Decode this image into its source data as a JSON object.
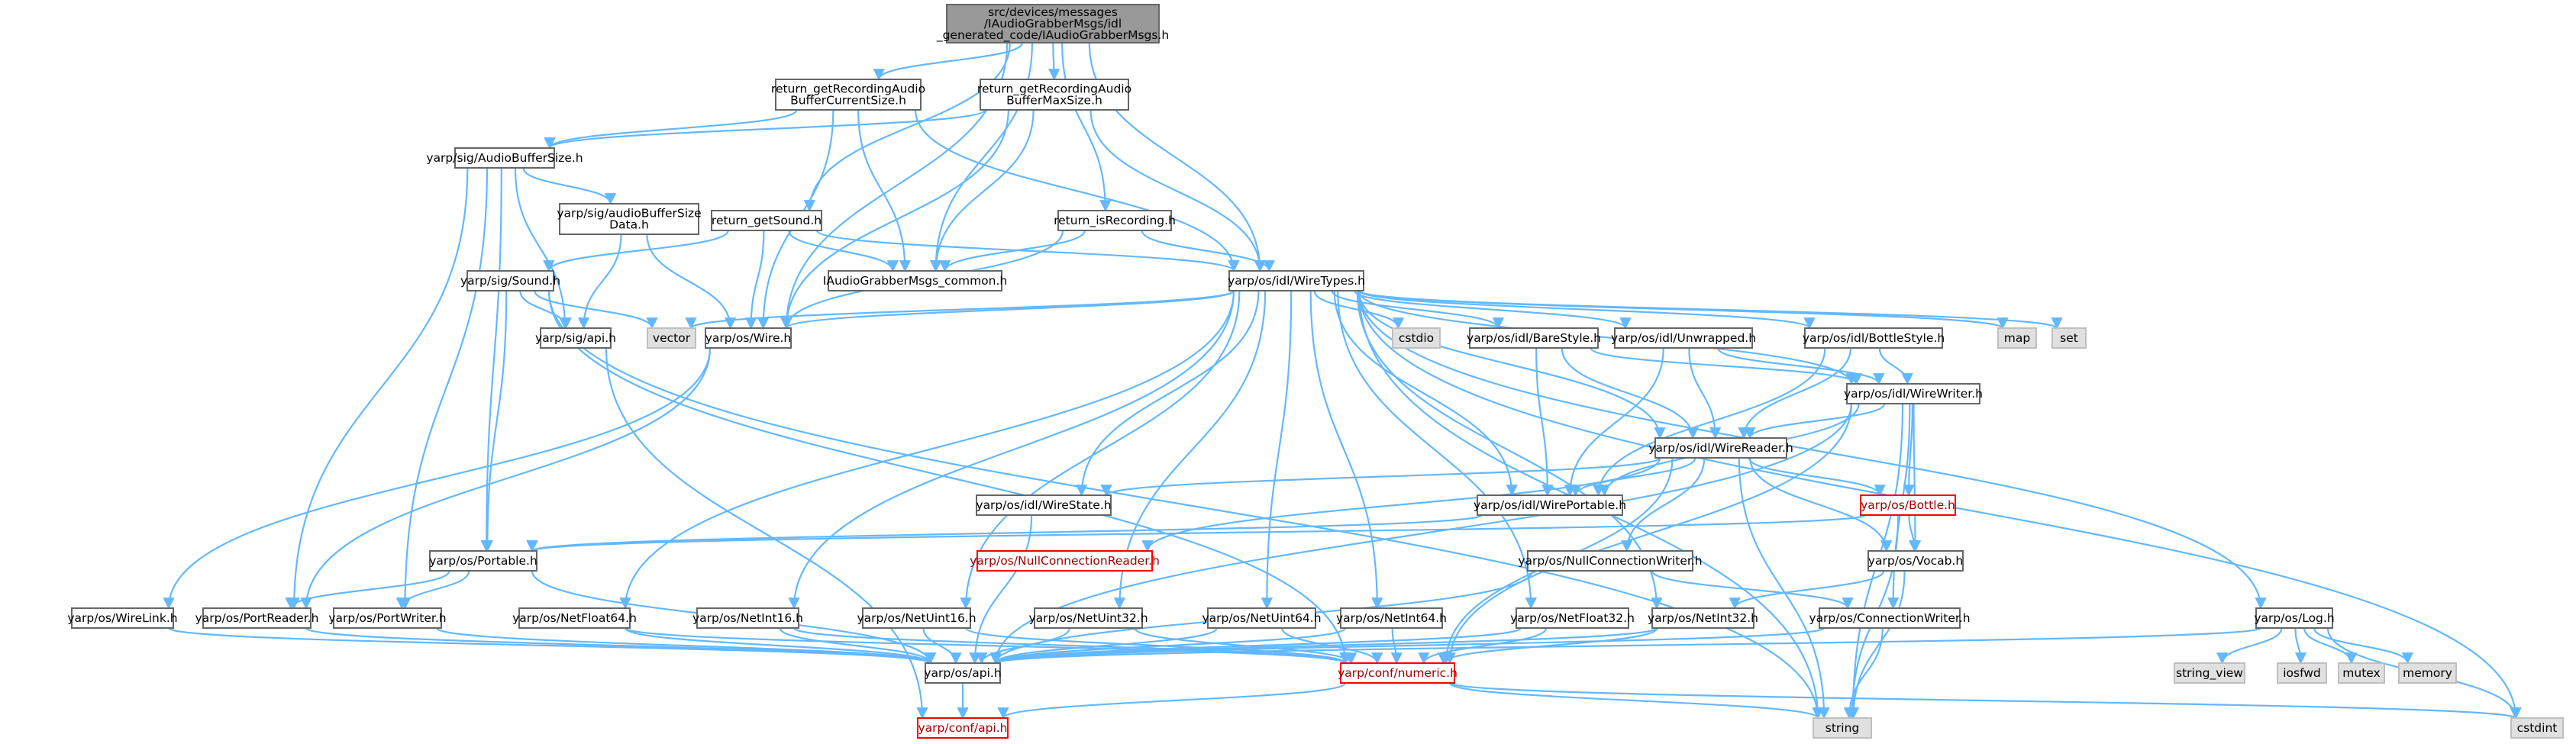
{
  "theme": {
    "edge_color": "#63b8ff",
    "node_border": "#666666",
    "node_fill": "#ffffff",
    "root_fill": "#999999",
    "system_fill": "#e0e0e0",
    "system_border": "#bfbfbf",
    "truncated_border": "#ff0000",
    "truncated_text": "#a00000",
    "text_color": "#000000"
  },
  "nodes": [
    {
      "id": "root",
      "style": "root",
      "lines": [
        "src/devices/messages",
        "/IAudioGrabberMsgs/idl",
        "_generated_code/IAudioGrabberMsgs.h"
      ]
    },
    {
      "id": "rgrbcs",
      "style": "normal",
      "lines": [
        "return_getRecordingAudio",
        "BufferCurrentSize.h"
      ]
    },
    {
      "id": "rgrbms",
      "style": "normal",
      "lines": [
        "return_getRecordingAudio",
        "BufferMaxSize.h"
      ]
    },
    {
      "id": "abs",
      "style": "normal",
      "lines": [
        "yarp/sig/AudioBufferSize.h"
      ]
    },
    {
      "id": "absd",
      "style": "normal",
      "lines": [
        "yarp/sig/audioBufferSize",
        "Data.h"
      ]
    },
    {
      "id": "rgs",
      "style": "normal",
      "lines": [
        "return_getSound.h"
      ]
    },
    {
      "id": "rir",
      "style": "normal",
      "lines": [
        "return_isRecording.h"
      ]
    },
    {
      "id": "common",
      "style": "normal",
      "lines": [
        "IAudioGrabberMsgs_common.h"
      ]
    },
    {
      "id": "wiretypes",
      "style": "normal",
      "lines": [
        "yarp/os/idl/WireTypes.h"
      ]
    },
    {
      "id": "sound",
      "style": "normal",
      "lines": [
        "yarp/sig/Sound.h"
      ]
    },
    {
      "id": "sigapi",
      "style": "normal",
      "lines": [
        "yarp/sig/api.h"
      ]
    },
    {
      "id": "vector",
      "style": "system",
      "lines": [
        "vector"
      ]
    },
    {
      "id": "wire",
      "style": "normal",
      "lines": [
        "yarp/os/Wire.h"
      ]
    },
    {
      "id": "cstdio",
      "style": "system",
      "lines": [
        "cstdio"
      ]
    },
    {
      "id": "barestyle",
      "style": "normal",
      "lines": [
        "yarp/os/idl/BareStyle.h"
      ]
    },
    {
      "id": "unwrapped",
      "style": "normal",
      "lines": [
        "yarp/os/idl/Unwrapped.h"
      ]
    },
    {
      "id": "bottlestyle",
      "style": "normal",
      "lines": [
        "yarp/os/idl/BottleStyle.h"
      ]
    },
    {
      "id": "map",
      "style": "system",
      "lines": [
        "map"
      ]
    },
    {
      "id": "set",
      "style": "system",
      "lines": [
        "set"
      ]
    },
    {
      "id": "wirewriter",
      "style": "normal",
      "lines": [
        "yarp/os/idl/WireWriter.h"
      ]
    },
    {
      "id": "wirereader",
      "style": "normal",
      "lines": [
        "yarp/os/idl/WireReader.h"
      ]
    },
    {
      "id": "wirestate",
      "style": "normal",
      "lines": [
        "yarp/os/idl/WireState.h"
      ]
    },
    {
      "id": "wireportable",
      "style": "normal",
      "lines": [
        "yarp/os/idl/WirePortable.h"
      ]
    },
    {
      "id": "bottle",
      "style": "truncated",
      "lines": [
        "yarp/os/Bottle.h"
      ]
    },
    {
      "id": "portable",
      "style": "normal",
      "lines": [
        "yarp/os/Portable.h"
      ]
    },
    {
      "id": "nullreader",
      "style": "truncated",
      "lines": [
        "yarp/os/NullConnectionReader.h"
      ]
    },
    {
      "id": "nullwriter",
      "style": "normal",
      "lines": [
        "yarp/os/NullConnectionWriter.h"
      ]
    },
    {
      "id": "vocab",
      "style": "normal",
      "lines": [
        "yarp/os/Vocab.h"
      ]
    },
    {
      "id": "wirelink",
      "style": "normal",
      "lines": [
        "yarp/os/WireLink.h"
      ]
    },
    {
      "id": "portreader",
      "style": "normal",
      "lines": [
        "yarp/os/PortReader.h"
      ]
    },
    {
      "id": "portwriter",
      "style": "normal",
      "lines": [
        "yarp/os/PortWriter.h"
      ]
    },
    {
      "id": "netfloat64",
      "style": "normal",
      "lines": [
        "yarp/os/NetFloat64.h"
      ]
    },
    {
      "id": "netint16",
      "style": "normal",
      "lines": [
        "yarp/os/NetInt16.h"
      ]
    },
    {
      "id": "netuint16",
      "style": "normal",
      "lines": [
        "yarp/os/NetUint16.h"
      ]
    },
    {
      "id": "netuint32",
      "style": "normal",
      "lines": [
        "yarp/os/NetUint32.h"
      ]
    },
    {
      "id": "netuint64",
      "style": "normal",
      "lines": [
        "yarp/os/NetUint64.h"
      ]
    },
    {
      "id": "netint64",
      "style": "normal",
      "lines": [
        "yarp/os/NetInt64.h"
      ]
    },
    {
      "id": "netfloat32",
      "style": "normal",
      "lines": [
        "yarp/os/NetFloat32.h"
      ]
    },
    {
      "id": "netint32",
      "style": "normal",
      "lines": [
        "yarp/os/NetInt32.h"
      ]
    },
    {
      "id": "connwriter",
      "style": "normal",
      "lines": [
        "yarp/os/ConnectionWriter.h"
      ]
    },
    {
      "id": "log",
      "style": "normal",
      "lines": [
        "yarp/os/Log.h"
      ]
    },
    {
      "id": "osapi",
      "style": "normal",
      "lines": [
        "yarp/os/api.h"
      ]
    },
    {
      "id": "numeric",
      "style": "truncated",
      "lines": [
        "yarp/conf/numeric.h"
      ]
    },
    {
      "id": "confapi",
      "style": "truncated",
      "lines": [
        "yarp/conf/api.h"
      ]
    },
    {
      "id": "string",
      "style": "system",
      "lines": [
        "string"
      ]
    },
    {
      "id": "cstdint",
      "style": "system",
      "lines": [
        "cstdint"
      ]
    },
    {
      "id": "stringview",
      "style": "system",
      "lines": [
        "string_view"
      ]
    },
    {
      "id": "iosfwd",
      "style": "system",
      "lines": [
        "iosfwd"
      ]
    },
    {
      "id": "mutex",
      "style": "system",
      "lines": [
        "mutex"
      ]
    },
    {
      "id": "memory",
      "style": "system",
      "lines": [
        "memory"
      ]
    }
  ],
  "edges": [
    [
      "root",
      "rgrbcs"
    ],
    [
      "root",
      "rgrbms"
    ],
    [
      "root",
      "rgs"
    ],
    [
      "root",
      "rir"
    ],
    [
      "root",
      "common"
    ],
    [
      "root",
      "wiretypes"
    ],
    [
      "root",
      "wire"
    ],
    [
      "rgrbcs",
      "abs"
    ],
    [
      "rgrbcs",
      "common"
    ],
    [
      "rgrbcs",
      "wiretypes"
    ],
    [
      "rgrbcs",
      "wire"
    ],
    [
      "rgrbms",
      "abs"
    ],
    [
      "rgrbms",
      "common"
    ],
    [
      "rgrbms",
      "wiretypes"
    ],
    [
      "rgrbms",
      "wire"
    ],
    [
      "abs",
      "absd"
    ],
    [
      "abs",
      "sigapi"
    ],
    [
      "abs",
      "portable"
    ],
    [
      "abs",
      "portreader"
    ],
    [
      "abs",
      "portwriter"
    ],
    [
      "absd",
      "sigapi"
    ],
    [
      "absd",
      "wire"
    ],
    [
      "rgs",
      "sound"
    ],
    [
      "rgs",
      "common"
    ],
    [
      "rgs",
      "wiretypes"
    ],
    [
      "rgs",
      "wire"
    ],
    [
      "rir",
      "common"
    ],
    [
      "rir",
      "wiretypes"
    ],
    [
      "rir",
      "wire"
    ],
    [
      "sound",
      "sigapi"
    ],
    [
      "sound",
      "vector"
    ],
    [
      "sound",
      "string"
    ],
    [
      "sound",
      "portable"
    ],
    [
      "sound",
      "numeric"
    ],
    [
      "sigapi",
      "confapi"
    ],
    [
      "wiretypes",
      "vector"
    ],
    [
      "wiretypes",
      "wire"
    ],
    [
      "wiretypes",
      "cstdio"
    ],
    [
      "wiretypes",
      "barestyle"
    ],
    [
      "wiretypes",
      "unwrapped"
    ],
    [
      "wiretypes",
      "bottlestyle"
    ],
    [
      "wiretypes",
      "map"
    ],
    [
      "wiretypes",
      "set"
    ],
    [
      "wiretypes",
      "wirewriter"
    ],
    [
      "wiretypes",
      "wirereader"
    ],
    [
      "wiretypes",
      "wirestate"
    ],
    [
      "wiretypes",
      "wireportable"
    ],
    [
      "wiretypes",
      "netfloat64"
    ],
    [
      "wiretypes",
      "netint16"
    ],
    [
      "wiretypes",
      "netuint16"
    ],
    [
      "wiretypes",
      "netuint32"
    ],
    [
      "wiretypes",
      "netuint64"
    ],
    [
      "wiretypes",
      "netint64"
    ],
    [
      "wiretypes",
      "netfloat32"
    ],
    [
      "wiretypes",
      "netint32"
    ],
    [
      "wiretypes",
      "log"
    ],
    [
      "wiretypes",
      "string"
    ],
    [
      "wiretypes",
      "cstdint"
    ],
    [
      "wire",
      "wirelink"
    ],
    [
      "wire",
      "portreader"
    ],
    [
      "barestyle",
      "wirewriter"
    ],
    [
      "barestyle",
      "wirereader"
    ],
    [
      "barestyle",
      "wireportable"
    ],
    [
      "unwrapped",
      "wirewriter"
    ],
    [
      "unwrapped",
      "wirereader"
    ],
    [
      "unwrapped",
      "wireportable"
    ],
    [
      "bottlestyle",
      "wirewriter"
    ],
    [
      "bottlestyle",
      "wirereader"
    ],
    [
      "bottlestyle",
      "wireportable"
    ],
    [
      "wirewriter",
      "wirereader"
    ],
    [
      "wirewriter",
      "wireportable"
    ],
    [
      "wirewriter",
      "bottle"
    ],
    [
      "wirewriter",
      "vocab"
    ],
    [
      "wirewriter",
      "connwriter"
    ],
    [
      "wirewriter",
      "string"
    ],
    [
      "wirewriter",
      "numeric"
    ],
    [
      "wirewriter",
      "osapi"
    ],
    [
      "wirereader",
      "wirestate"
    ],
    [
      "wirereader",
      "wireportable"
    ],
    [
      "wirereader",
      "bottle"
    ],
    [
      "wirereader",
      "nullreader"
    ],
    [
      "wirereader",
      "nullwriter"
    ],
    [
      "wirereader",
      "vocab"
    ],
    [
      "wirereader",
      "string"
    ],
    [
      "wirereader",
      "numeric"
    ],
    [
      "wirestate",
      "osapi"
    ],
    [
      "wireportable",
      "portable"
    ],
    [
      "bottle",
      "portable"
    ],
    [
      "bottle",
      "vocab"
    ],
    [
      "bottle",
      "string"
    ],
    [
      "portable",
      "portreader"
    ],
    [
      "portable",
      "portwriter"
    ],
    [
      "portable",
      "osapi"
    ],
    [
      "nullwriter",
      "connwriter"
    ],
    [
      "nullwriter",
      "osapi"
    ],
    [
      "vocab",
      "netint32"
    ],
    [
      "vocab",
      "string"
    ],
    [
      "wirelink",
      "osapi"
    ],
    [
      "portreader",
      "osapi"
    ],
    [
      "portwriter",
      "osapi"
    ],
    [
      "netfloat64",
      "osapi"
    ],
    [
      "netfloat64",
      "numeric"
    ],
    [
      "netint16",
      "osapi"
    ],
    [
      "netint16",
      "numeric"
    ],
    [
      "netuint16",
      "osapi"
    ],
    [
      "netuint16",
      "numeric"
    ],
    [
      "netuint32",
      "osapi"
    ],
    [
      "netuint32",
      "numeric"
    ],
    [
      "netuint64",
      "osapi"
    ],
    [
      "netuint64",
      "numeric"
    ],
    [
      "netint64",
      "osapi"
    ],
    [
      "netint64",
      "numeric"
    ],
    [
      "netfloat32",
      "osapi"
    ],
    [
      "netfloat32",
      "numeric"
    ],
    [
      "netint32",
      "osapi"
    ],
    [
      "netint32",
      "numeric"
    ],
    [
      "connwriter",
      "osapi"
    ],
    [
      "connwriter",
      "string"
    ],
    [
      "log",
      "stringview"
    ],
    [
      "log",
      "iosfwd"
    ],
    [
      "log",
      "mutex"
    ],
    [
      "log",
      "memory"
    ],
    [
      "log",
      "cstdint"
    ],
    [
      "log",
      "osapi"
    ],
    [
      "osapi",
      "confapi"
    ],
    [
      "numeric",
      "confapi"
    ],
    [
      "numeric",
      "string"
    ],
    [
      "numeric",
      "cstdint"
    ]
  ]
}
